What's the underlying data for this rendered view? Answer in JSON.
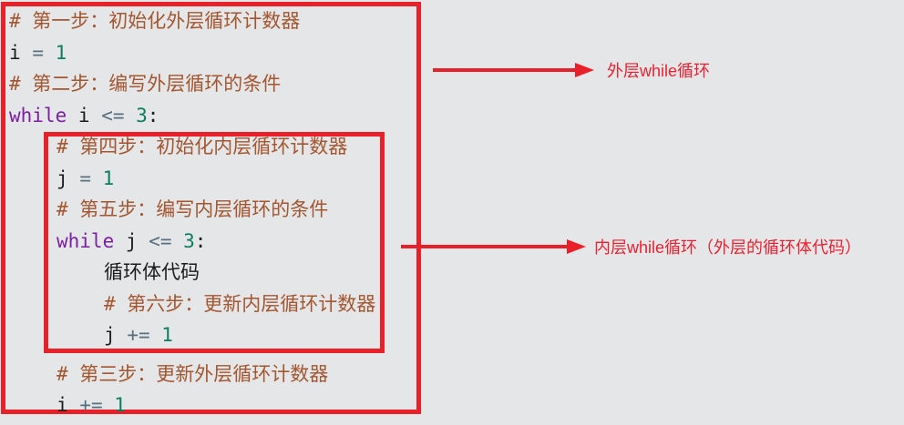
{
  "colors": {
    "background": "#e5e6e8",
    "box_red": "#e8202a",
    "label_red": "#ea2130",
    "comment": "#a3562f",
    "keyword": "#7c1fa2",
    "number": "#0e7d5f",
    "operator": "#56707e",
    "text": "#1c1c1c"
  },
  "code": {
    "lines": [
      {
        "indent": 0,
        "tokens": [
          {
            "c": "comment",
            "t": "# 第一步：初始化外层循环计数器"
          }
        ]
      },
      {
        "indent": 0,
        "tokens": [
          {
            "c": "id",
            "t": "i"
          },
          {
            "c": "plain",
            "t": " "
          },
          {
            "c": "op",
            "t": "="
          },
          {
            "c": "plain",
            "t": " "
          },
          {
            "c": "num",
            "t": "1"
          }
        ]
      },
      {
        "indent": 0,
        "tokens": [
          {
            "c": "comment",
            "t": "# 第二步：编写外层循环的条件"
          }
        ]
      },
      {
        "indent": 0,
        "tokens": [
          {
            "c": "kw",
            "t": "while"
          },
          {
            "c": "plain",
            "t": " "
          },
          {
            "c": "id",
            "t": "i"
          },
          {
            "c": "plain",
            "t": " "
          },
          {
            "c": "op",
            "t": "<="
          },
          {
            "c": "plain",
            "t": " "
          },
          {
            "c": "num",
            "t": "3"
          },
          {
            "c": "plain",
            "t": ":"
          }
        ]
      },
      {
        "indent": 1,
        "tokens": [
          {
            "c": "comment",
            "t": "# 第四步：初始化内层循环计数器"
          }
        ]
      },
      {
        "indent": 1,
        "tokens": [
          {
            "c": "id",
            "t": "j"
          },
          {
            "c": "plain",
            "t": " "
          },
          {
            "c": "op",
            "t": "="
          },
          {
            "c": "plain",
            "t": " "
          },
          {
            "c": "num",
            "t": "1"
          }
        ]
      },
      {
        "indent": 1,
        "tokens": [
          {
            "c": "comment",
            "t": "# 第五步：编写内层循环的条件"
          }
        ]
      },
      {
        "indent": 1,
        "tokens": [
          {
            "c": "kw",
            "t": "while"
          },
          {
            "c": "plain",
            "t": " "
          },
          {
            "c": "id",
            "t": "j"
          },
          {
            "c": "plain",
            "t": " "
          },
          {
            "c": "op",
            "t": "<="
          },
          {
            "c": "plain",
            "t": " "
          },
          {
            "c": "num",
            "t": "3"
          },
          {
            "c": "plain",
            "t": ":"
          }
        ]
      },
      {
        "indent": 2,
        "tokens": [
          {
            "c": "plain",
            "t": "循环体代码"
          }
        ]
      },
      {
        "indent": 2,
        "tokens": [
          {
            "c": "comment",
            "t": "# 第六步：更新内层循环计数器"
          }
        ]
      },
      {
        "indent": 2,
        "tokens": [
          {
            "c": "id",
            "t": "j"
          },
          {
            "c": "plain",
            "t": " "
          },
          {
            "c": "op",
            "t": "+="
          },
          {
            "c": "plain",
            "t": " "
          },
          {
            "c": "num",
            "t": "1"
          }
        ]
      },
      {
        "indent": 1,
        "tokens": [
          {
            "c": "comment",
            "t": "# 第三步：更新外层循环计数器"
          }
        ]
      },
      {
        "indent": 1,
        "tokens": [
          {
            "c": "id",
            "t": "i"
          },
          {
            "c": "plain",
            "t": " "
          },
          {
            "c": "op",
            "t": "+="
          },
          {
            "c": "plain",
            "t": " "
          },
          {
            "c": "num",
            "t": "1"
          }
        ]
      }
    ]
  },
  "annotations": {
    "outer_label": "外层while循环",
    "inner_label": "内层while循环（外层的循环体代码）"
  }
}
